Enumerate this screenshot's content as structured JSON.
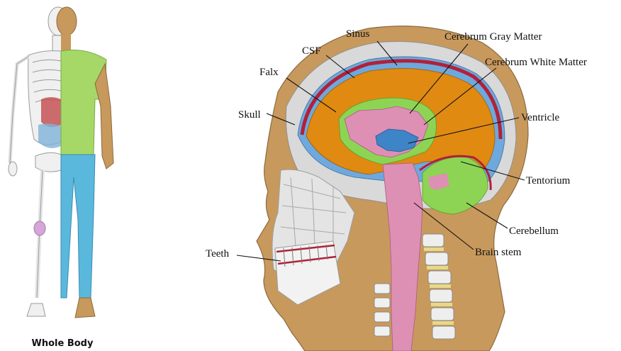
{
  "figure": {
    "caption": "Whole Body",
    "labels": {
      "sinus": "Sinus",
      "csf": "CSF",
      "falx": "Falx",
      "skull": "Skull",
      "gray": "Cerebrum Gray Matter",
      "white": "Cerebrum White Matter",
      "ventricle": "Ventricle",
      "tentorium": "Tentorium",
      "cerebellum": "Cerebellum",
      "brainstem": "Brain stem",
      "teeth": "Teeth"
    }
  },
  "colors": {
    "skin": "#c8995c",
    "skull": "#d9d9d9",
    "csf": "#6fa8dc",
    "sinus": "#b0213a",
    "cerebrum": "#e08a12",
    "gray_matter": "#8dd454",
    "white_matter": "#de8fb4",
    "ventricle": "#3d85c6",
    "shirt": "#a6d867",
    "pants": "#5bb8dd",
    "bone": "#eeeeee",
    "spine_disc": "#e6d98a"
  }
}
